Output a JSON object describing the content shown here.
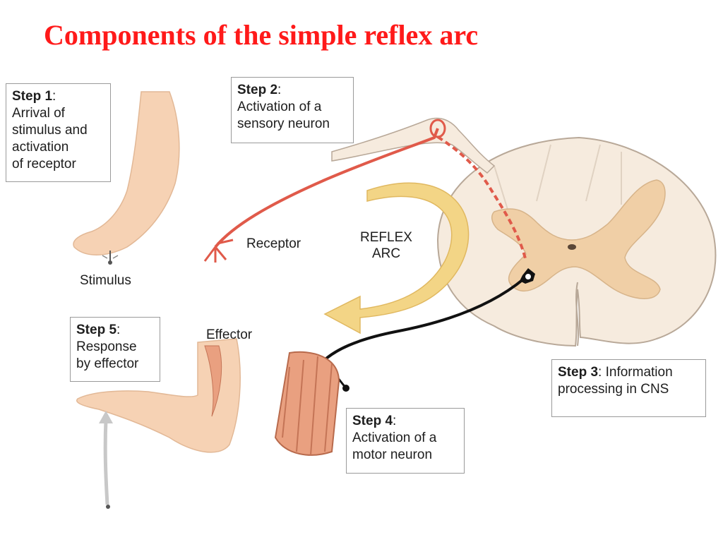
{
  "title": "Components of the simple reflex arc",
  "steps": {
    "step1": {
      "label": "Step 1",
      "line1": "Arrival of",
      "line2": "stimulus and",
      "line3": "activation",
      "line4": "of receptor"
    },
    "step2": {
      "label": "Step 2",
      "line1": "Activation of a",
      "line2": "sensory neuron"
    },
    "step3": {
      "label": "Step 3",
      "line1": "Information",
      "line2": "processing in CNS"
    },
    "step4": {
      "label": "Step 4",
      "line1": "Activation of a",
      "line2": "motor neuron"
    },
    "step5": {
      "label": "Step 5",
      "line1": "Response",
      "line2": "by effector"
    }
  },
  "labels": {
    "stimulus": "Stimulus",
    "receptor": "Receptor",
    "reflex_line1": "REFLEX",
    "reflex_line2": "ARC",
    "effector": "Effector"
  },
  "colors": {
    "title": "#ff1a1a",
    "skin": "#f6d2b4",
    "sensory_neuron": "#e05a4a",
    "motor_neuron": "#111111",
    "reflex_arrow": "#f3d586",
    "spinal_white_matter": "#f6ebde",
    "spinal_gray_matter": "#f0cfa6"
  }
}
